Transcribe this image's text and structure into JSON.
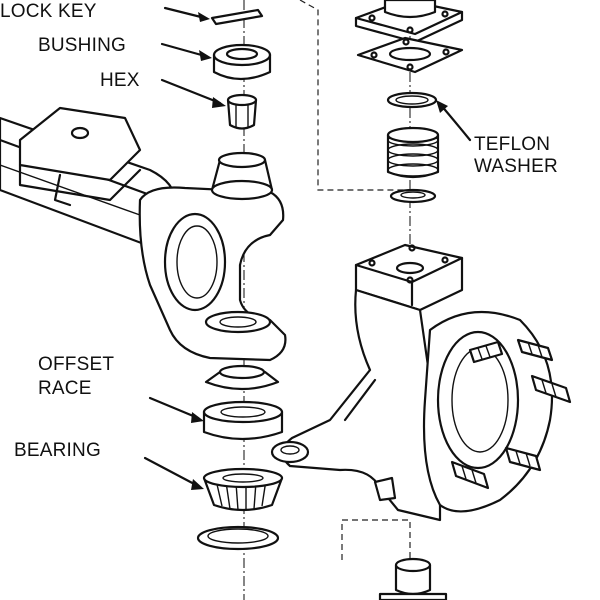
{
  "labels": {
    "lock_key": "LOCK KEY",
    "bushing": "BUSHING",
    "hex": "HEX",
    "teflon_washer_line1": "TEFLON",
    "teflon_washer_line2": "WASHER",
    "offset_race_line1": "OFFSET",
    "offset_race_line2": "RACE",
    "bearing": "BEARING"
  }
}
